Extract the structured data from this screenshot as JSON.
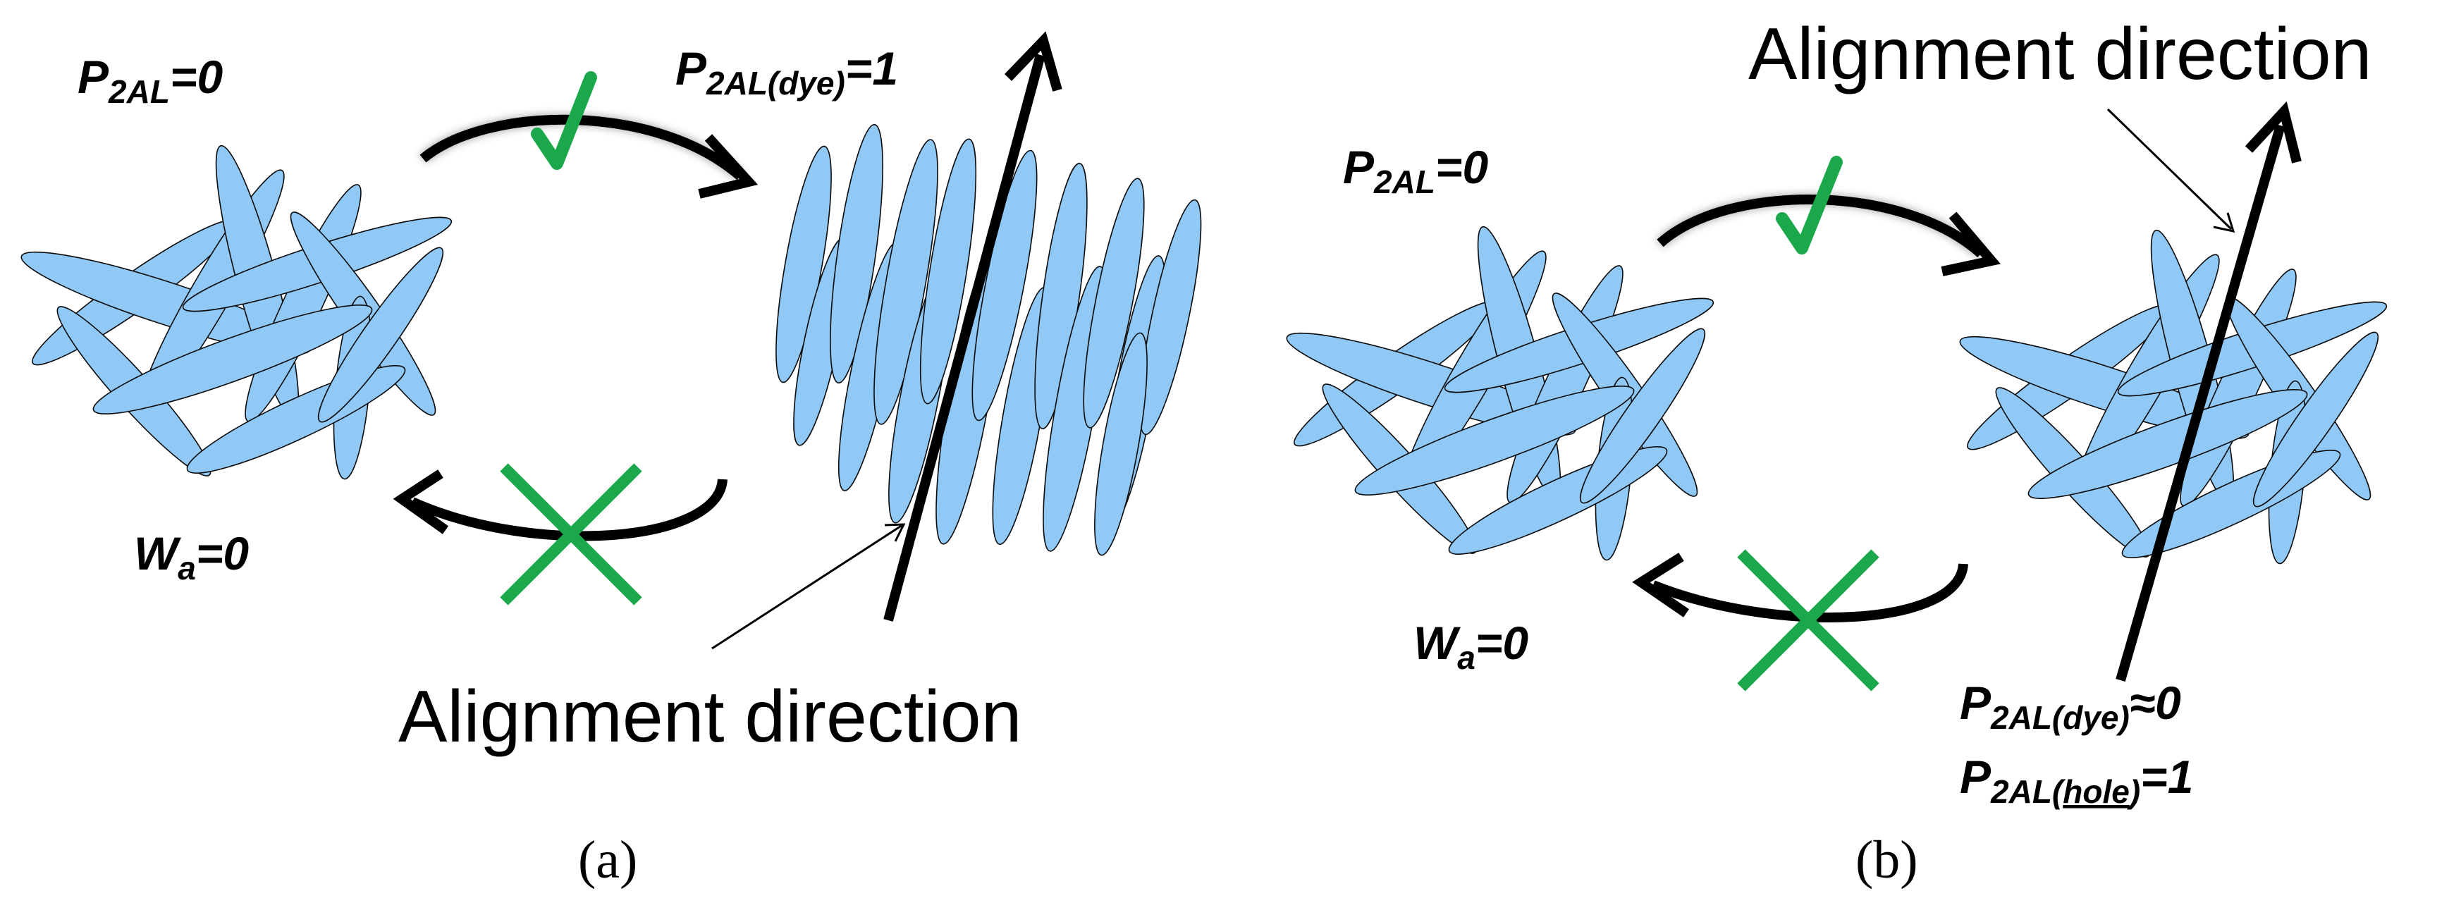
{
  "panel_a": {
    "p2al_before": {
      "base": "P",
      "sub": "2AL",
      "rest": "=0"
    },
    "p2al_after": {
      "base": "P",
      "sub": "2AL(dye)",
      "rest": "=1"
    },
    "wa": {
      "base": "W",
      "sub": "a",
      "rest": "=0"
    },
    "alignment_label": "Alignment direction",
    "caption": "(a)"
  },
  "panel_b": {
    "p2al_before": {
      "base": "P",
      "sub": "2AL",
      "rest": "=0"
    },
    "wa": {
      "base": "W",
      "sub": "a",
      "rest": "=0"
    },
    "alignment_label": "Alignment direction",
    "p2al_dye": {
      "base": "P",
      "sub": "2AL(dye)",
      "rest": "≈0"
    },
    "p2al_hole": {
      "base": "P",
      "sub_prefix": "2AL(",
      "sub_underlined": "hole",
      "sub_suffix": ")",
      "rest": "=1"
    },
    "caption": "(b)"
  },
  "colors": {
    "molecule_fill": "#90c8f6",
    "molecule_outline": "#0a0a0a",
    "check": "#1ba84a",
    "cross": "#1ba84a",
    "arrow": "#000000"
  }
}
